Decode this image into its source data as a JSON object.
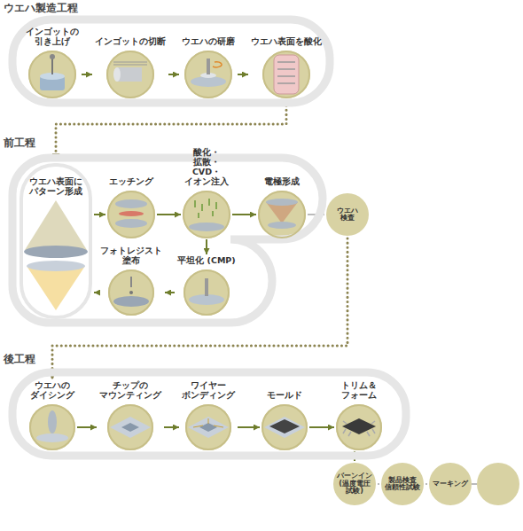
{
  "diagram": {
    "nodes": [
      {
        "text": [
          "ウエハ製造工程"
        ]
      },
      {
        "text": [
          "インゴットの 引き上げ"
        ],
        "in": 0
      },
      {
        "text": [
          "インゴットの切断"
        ],
        "in": 0
      },
      {
        "text": [
          "ウエハの研磨"
        ],
        "in": 0
      },
      {
        "text": [
          "ウエハ表面を酸化"
        ],
        "in": 0
      },
      {
        "text": [
          "前工程"
        ]
      },
      {
        "text": [
          "ウエハ表面に パターン形成"
        ],
        "in": 5
      },
      {
        "text": [
          "エッチング"
        ],
        "in": 5
      },
      {
        "text": [
          "酸化・拡散・CVD・ イオン注入"
        ],
        "in": 5
      },
      {
        "text": [
          "電極形成"
        ],
        "in": 5
      },
      {
        "text": [
          "平坦化 (CMP)"
        ],
        "in": 5
      },
      {
        "text": [
          "フォトレジスト 塗布"
        ],
        "in": 5
      },
      {
        "text": [
          "ウエハ 検査"
        ]
      },
      {
        "text": [
          "後工程"
        ]
      },
      {
        "text": [
          "ウエハの ダイシング"
        ],
        "in": 13
      },
      {
        "text": [
          "チップの マウンティング"
        ],
        "in": 13
      },
      {
        "text": [
          "ワイヤー ボンディング"
        ],
        "in": 13
      },
      {
        "text": [
          "モールド"
        ],
        "in": 13
      },
      {
        "text": [
          "トリム＆フォーム"
        ],
        "in": 13
      },
      {
        "text": [
          "バーンイン (温度電圧 試験)"
        ]
      },
      {
        "text": [
          "製品検査 信頼性試験"
        ]
      },
      {
        "text": [
          "マーキング"
        ]
      }
    ],
    "edges": [
      {
        "from": 1,
        "to": 2,
        "arrow": "to"
      },
      {
        "from": 2,
        "to": 3,
        "arrow": "to"
      },
      {
        "from": 3,
        "to": 4,
        "arrow": "to"
      },
      {
        "from": 4,
        "to": 6,
        "arrow": "to"
      },
      {
        "from": 6,
        "to": 7,
        "arrow": "to"
      },
      {
        "from": 7,
        "to": 8,
        "arrow": "to"
      },
      {
        "from": 8,
        "to": 9,
        "arrow": "to"
      },
      {
        "from": 8,
        "to": 10,
        "arrow": "to"
      },
      {
        "from": 10,
        "to": 11,
        "arrow": "to"
      },
      {
        "from": 11,
        "to": 6,
        "arrow": "to"
      },
      {
        "from": 9,
        "to": 12,
        "arrow": "none"
      },
      {
        "from": 12,
        "to": 14,
        "arrow": "to"
      },
      {
        "from": 14,
        "to": 15,
        "arrow": "to"
      },
      {
        "from": 15,
        "to": 16,
        "arrow": "to"
      },
      {
        "from": 16,
        "to": 17,
        "arrow": "to"
      },
      {
        "from": 17,
        "to": 18,
        "arrow": "to"
      },
      {
        "from": 18,
        "to": 19,
        "arrow": "to"
      },
      {
        "from": 19,
        "to": 20,
        "arrow": "none"
      },
      {
        "from": 20,
        "to": 21,
        "arrow": "none"
      }
    ]
  }
}
